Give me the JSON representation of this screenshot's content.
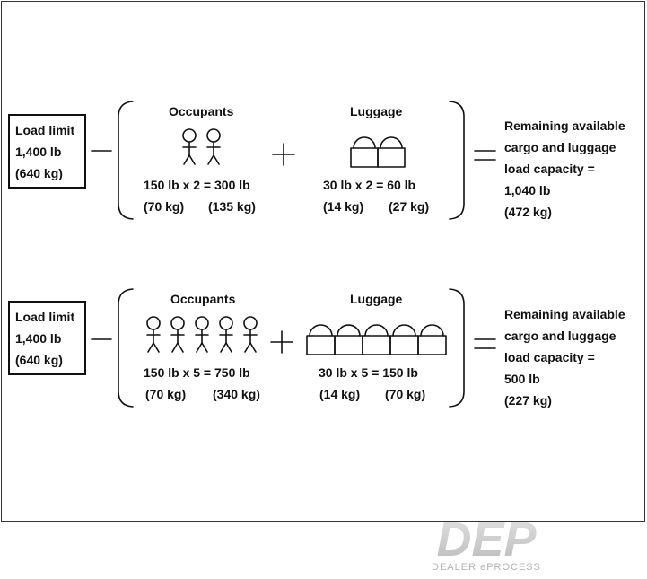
{
  "rows": [
    {
      "load_limit": {
        "title": "Load limit",
        "lb": "1,400 lb",
        "kg": "(640 kg)"
      },
      "occupants": {
        "heading": "Occupants",
        "formula": "150 lb x 2 = 300 lb",
        "unit_kg": "(70 kg)",
        "total_kg": "(135 kg)",
        "count": 2
      },
      "luggage": {
        "heading": "Luggage",
        "formula": "30 lb x 2 = 60 lb",
        "unit_kg": "(14 kg)",
        "total_kg": "(27 kg)",
        "count": 2
      },
      "result": {
        "line1": "Remaining available",
        "line2": "cargo and luggage",
        "line3": "load capacity =",
        "lb": "1,040 lb",
        "kg": "(472 kg)"
      }
    },
    {
      "load_limit": {
        "title": "Load limit",
        "lb": "1,400 lb",
        "kg": "(640 kg)"
      },
      "occupants": {
        "heading": "Occupants",
        "formula": "150 lb x 5 = 750 lb",
        "unit_kg": "(70 kg)",
        "total_kg": "(340 kg)",
        "count": 5
      },
      "luggage": {
        "heading": "Luggage",
        "formula": "30 lb x 5 = 150 lb",
        "unit_kg": "(14 kg)",
        "total_kg": "(70 kg)",
        "count": 5
      },
      "result": {
        "line1": "Remaining available",
        "line2": "cargo and luggage",
        "line3": "load capacity =",
        "lb": "500 lb",
        "kg": "(227 kg)"
      }
    }
  ],
  "watermark": {
    "logo": "DEP",
    "text": "DEALER ePROCESS"
  }
}
